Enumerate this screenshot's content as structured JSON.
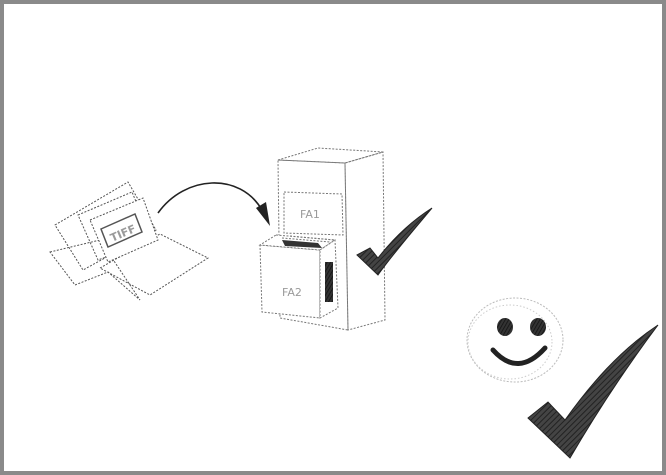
{
  "illustration": {
    "cabinet": {
      "top_drawer_label": "FA1",
      "bottom_drawer_label": "FA2"
    },
    "document": {
      "tag_text": "TIFF"
    },
    "icons": [
      "folder-icon",
      "arrow-icon",
      "file-cabinet-icon",
      "checkmark-icon",
      "smiley-face-icon",
      "checkmark-icon"
    ]
  }
}
